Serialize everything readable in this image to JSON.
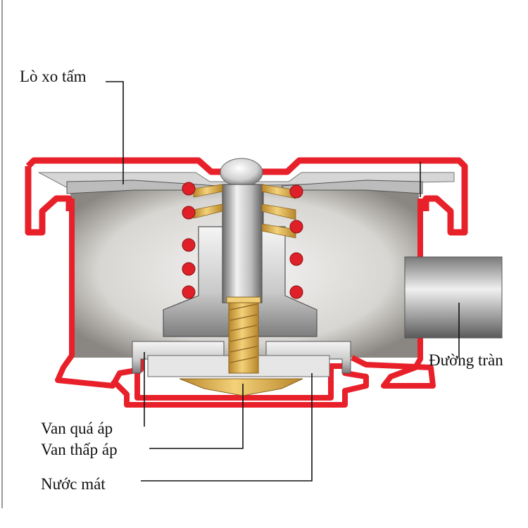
{
  "diagram": {
    "labels": {
      "leaf_spring": "Lò xo tấm",
      "overflow_line": "Đường tràn",
      "overpressure_valve": "Van quá áp",
      "underpressure_valve": "Van thấp áp",
      "coolant": "Nước mát"
    },
    "colors": {
      "housing_red": "#e8202a",
      "metal_light": "#e8e8e8",
      "metal_dark": "#8c8c8c",
      "brass": "#d9a93a",
      "spring_red": "#e02028"
    }
  }
}
